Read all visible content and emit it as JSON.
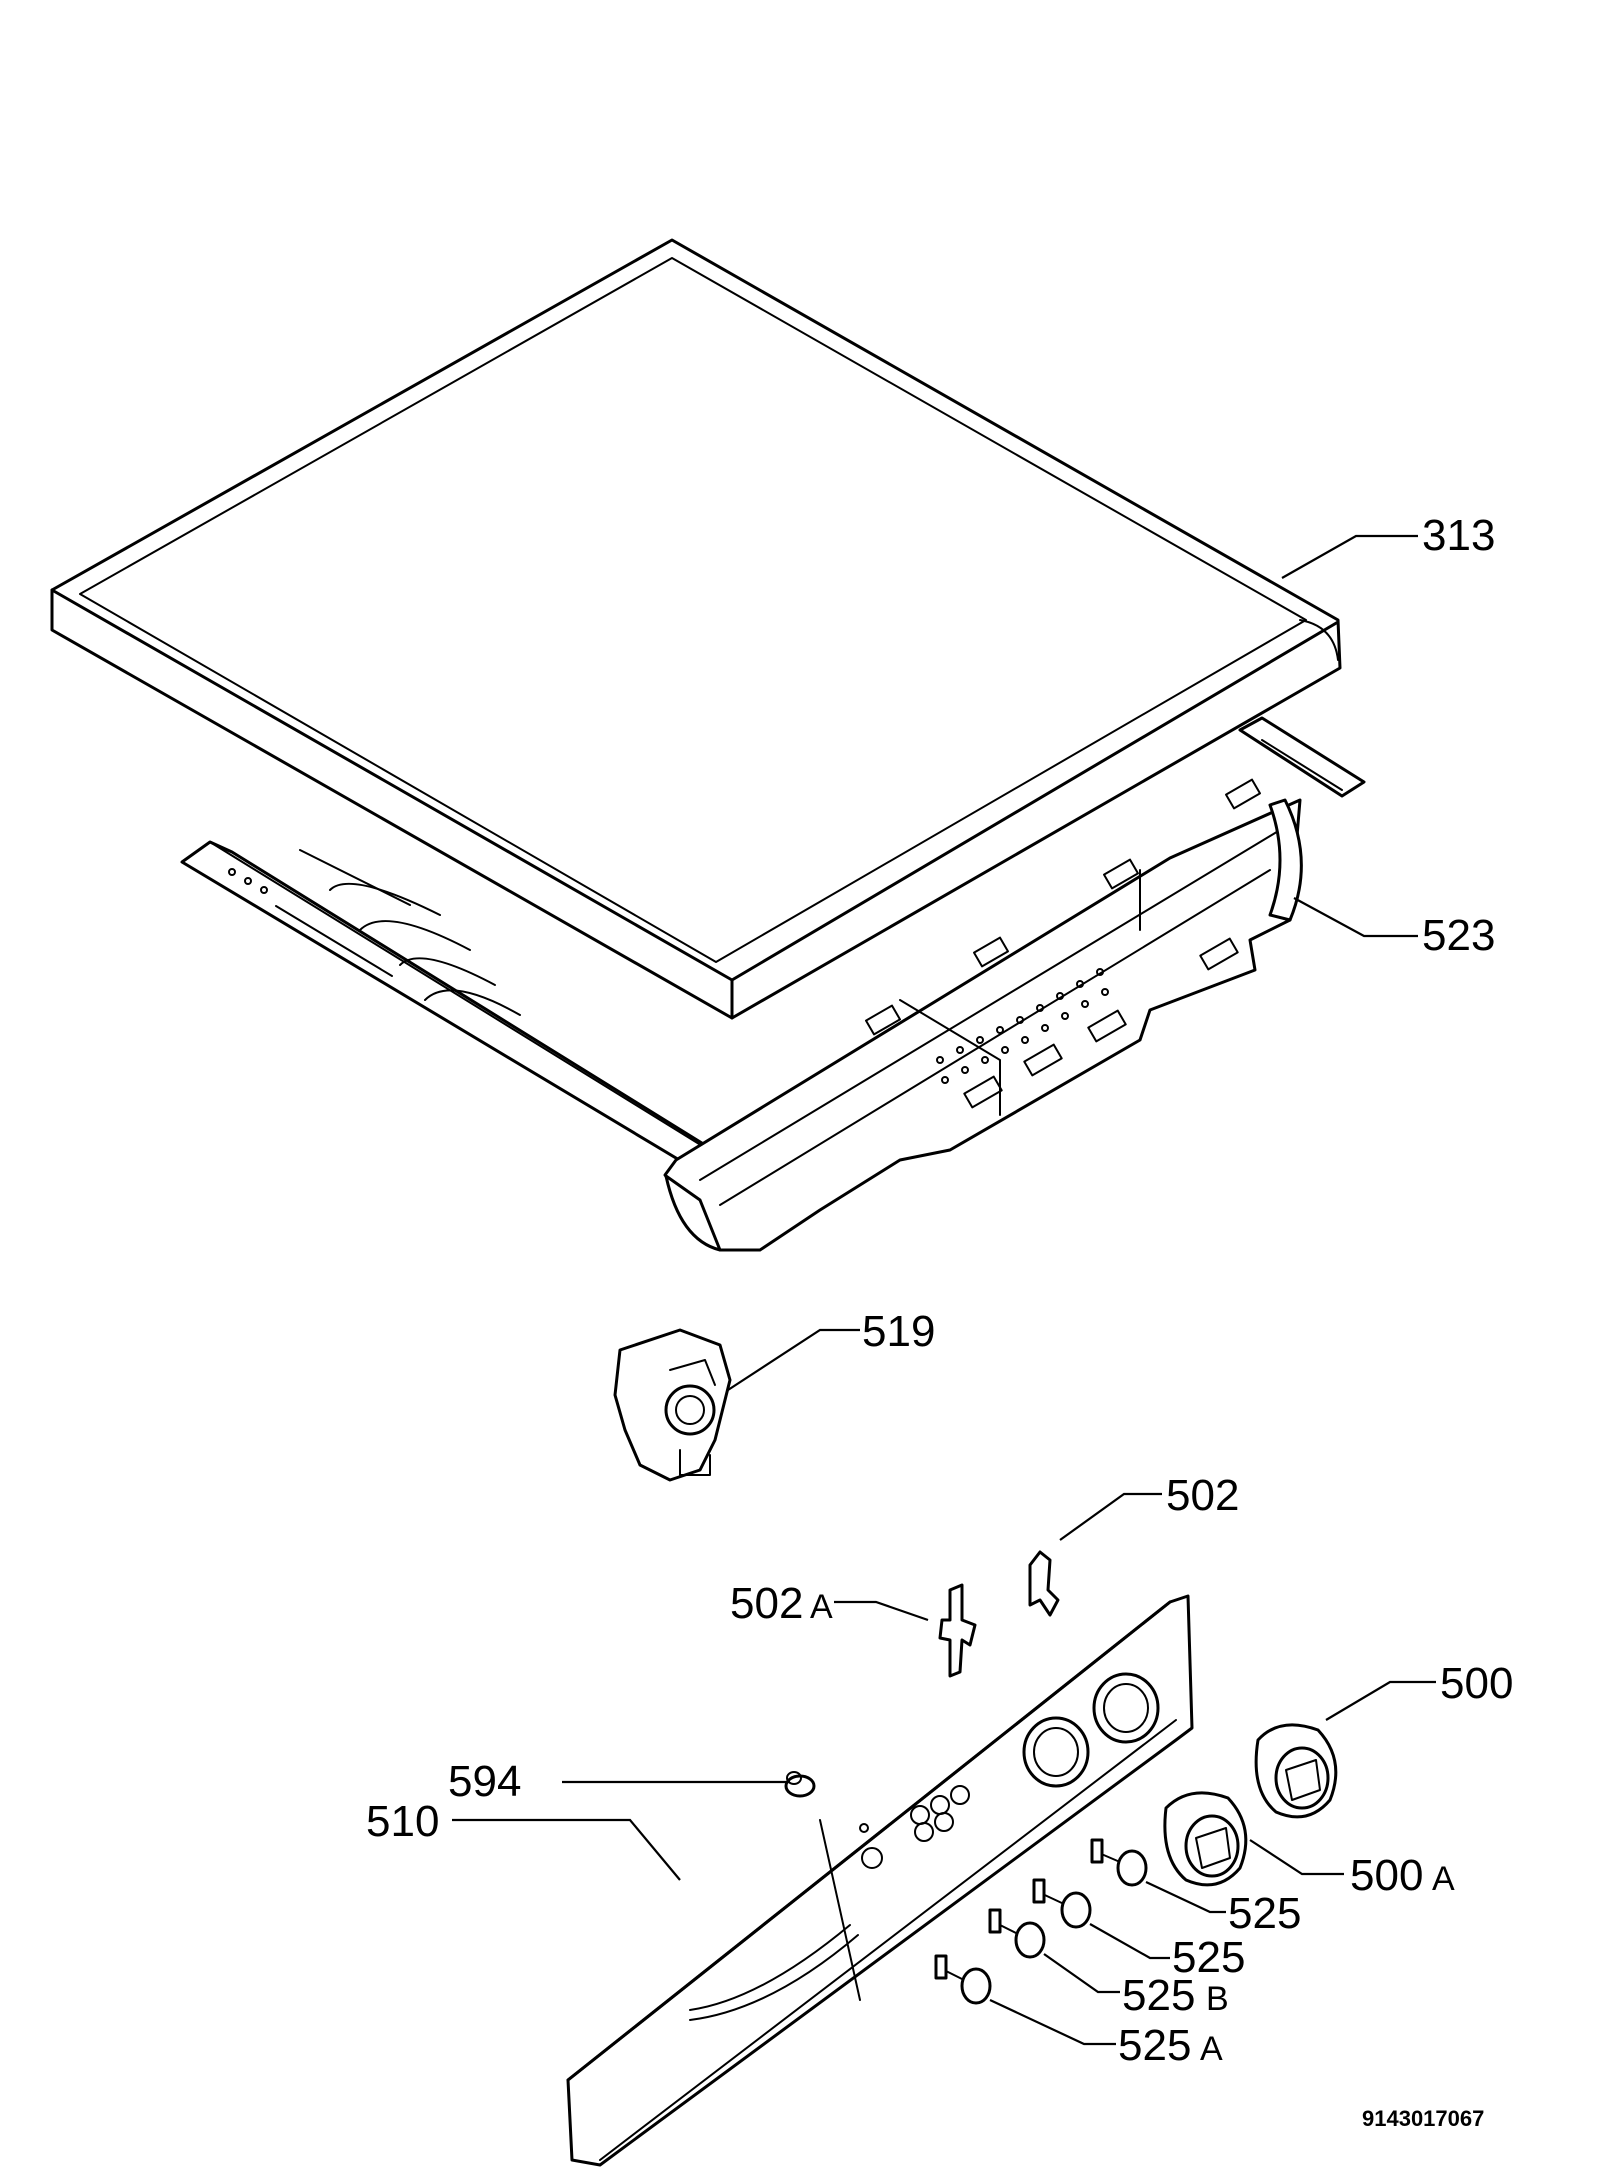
{
  "labels": {
    "p313": "313",
    "p523": "523",
    "p519": "519",
    "p502": "502",
    "p502a_num": "502",
    "p502a_suffix": "A",
    "p500": "500",
    "p594": "594",
    "p510": "510",
    "p500a_num": "500",
    "p500a_suffix": "A",
    "p525_1": "525",
    "p525_2": "525",
    "p525b_num": "525",
    "p525b_suffix": "B",
    "p525a_num": "525",
    "p525a_suffix": "A"
  },
  "drawing_code": "9143017067"
}
